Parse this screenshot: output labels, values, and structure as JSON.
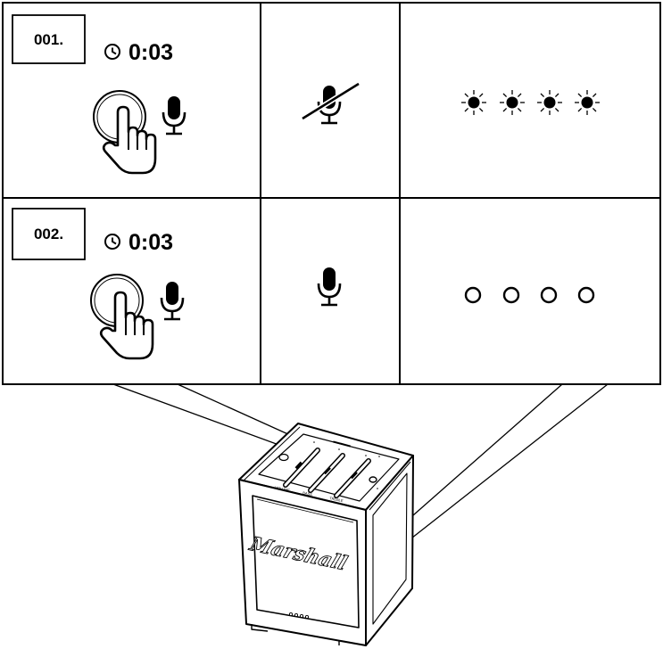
{
  "steps": [
    {
      "number": "001.",
      "timer": "0:03",
      "mic_state": "muted",
      "leds": "flashing",
      "led_count": 4
    },
    {
      "number": "002.",
      "timer": "0:03",
      "mic_state": "active",
      "leds": "off",
      "led_count": 4
    }
  ],
  "device": {
    "brand": "Marshall",
    "slider_labels": [
      "VOLUME",
      "BASS",
      "TREBLE"
    ]
  },
  "icons": {
    "timer": "clock-icon",
    "press": "hand-press-icon",
    "mic": "microphone-icon",
    "mic_muted": "microphone-muted-icon",
    "led_on": "led-flashing-icon",
    "led_off": "led-off-icon"
  },
  "colors": {
    "line": "#000000",
    "background": "#ffffff"
  }
}
